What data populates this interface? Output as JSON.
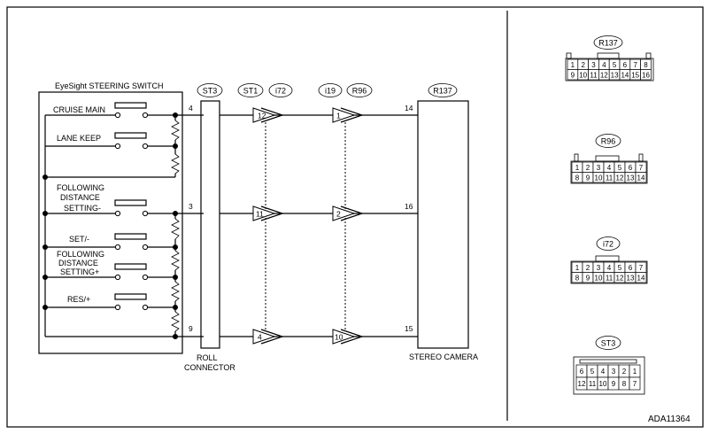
{
  "diagram": {
    "id_code": "ADA11364",
    "switch": {
      "title": "EyeSight STEERING SWITCH",
      "labels": {
        "cruise_main": "CRUISE MAIN",
        "lane_keep": "LANE KEEP",
        "fd_minus_1": "FOLLOWING",
        "fd_minus_2": "DISTANCE",
        "fd_minus_3": "SETTING-",
        "set_minus": "SET/-",
        "fd_plus_1": "FOLLOWING",
        "fd_plus_2": "DISTANCE",
        "fd_plus_3": "SETTING+",
        "res_plus": "RES/+"
      }
    },
    "roll_connector": {
      "tag": "ST3",
      "label1": "ROLL",
      "label2": "CONNECTOR",
      "pins": [
        "4",
        "3",
        "9"
      ]
    },
    "tags": {
      "st1": "ST1",
      "i72": "i72",
      "i19": "i19",
      "r96": "R96"
    },
    "intermediate_pins": {
      "a": [
        "12",
        "11",
        "4"
      ],
      "b": [
        "1",
        "2",
        "10"
      ]
    },
    "camera": {
      "tag": "R137",
      "label": "STEREO CAMERA",
      "pins": [
        "14",
        "16",
        "15"
      ]
    },
    "connectors": [
      {
        "name": "R137",
        "top": [
          "1",
          "2",
          "3",
          "4",
          "5",
          "6",
          "7",
          "8"
        ],
        "bottom": [
          "9",
          "10",
          "11",
          "12",
          "13",
          "14",
          "15",
          "16"
        ]
      },
      {
        "name": "R96",
        "top": [
          "1",
          "2",
          "3",
          "4",
          "5",
          "6",
          "7"
        ],
        "bottom": [
          "8",
          "9",
          "10",
          "11",
          "12",
          "13",
          "14"
        ]
      },
      {
        "name": "i72",
        "top": [
          "1",
          "2",
          "3",
          "4",
          "5",
          "6",
          "7"
        ],
        "bottom": [
          "8",
          "9",
          "10",
          "11",
          "12",
          "13",
          "14"
        ]
      },
      {
        "name": "ST3",
        "top": [
          "6",
          "5",
          "4",
          "3",
          "2",
          "1"
        ],
        "bottom": [
          "12",
          "11",
          "10",
          "9",
          "8",
          "7"
        ]
      }
    ]
  }
}
